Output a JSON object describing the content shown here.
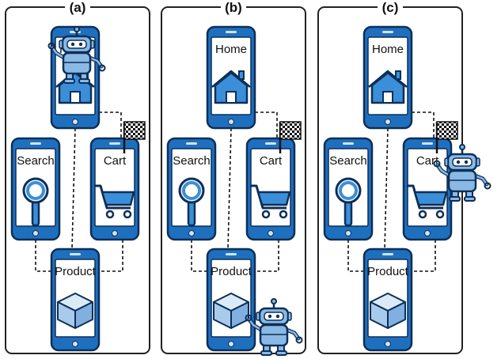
{
  "panels": [
    {
      "label": "(a)",
      "robot_at": "home",
      "flag_at": "cart"
    },
    {
      "label": "(b)",
      "robot_at": "product",
      "flag_at": "cart"
    },
    {
      "label": "(c)",
      "robot_at": "cart",
      "flag_at": "cart"
    }
  ],
  "screens": {
    "home": "Home",
    "search": "Search",
    "cart": "Cart",
    "product": "Product"
  },
  "edges": [
    [
      "home",
      "cart"
    ],
    [
      "home",
      "product"
    ],
    [
      "search",
      "product"
    ],
    [
      "cart",
      "product"
    ]
  ],
  "colors": {
    "phone_body": "#1f6fbf",
    "phone_outline": "#0d2f57",
    "screen": "#ffffff",
    "icon_blue": "#3b8fd8",
    "robot_body": "#8ab9e6",
    "panel_border": "#222222"
  },
  "icons": {
    "home": "house-icon",
    "search": "magnifier-icon",
    "cart": "shopping-cart-icon",
    "product": "cube-icon",
    "agent": "robot-icon",
    "goal": "checkered-flag-icon"
  }
}
